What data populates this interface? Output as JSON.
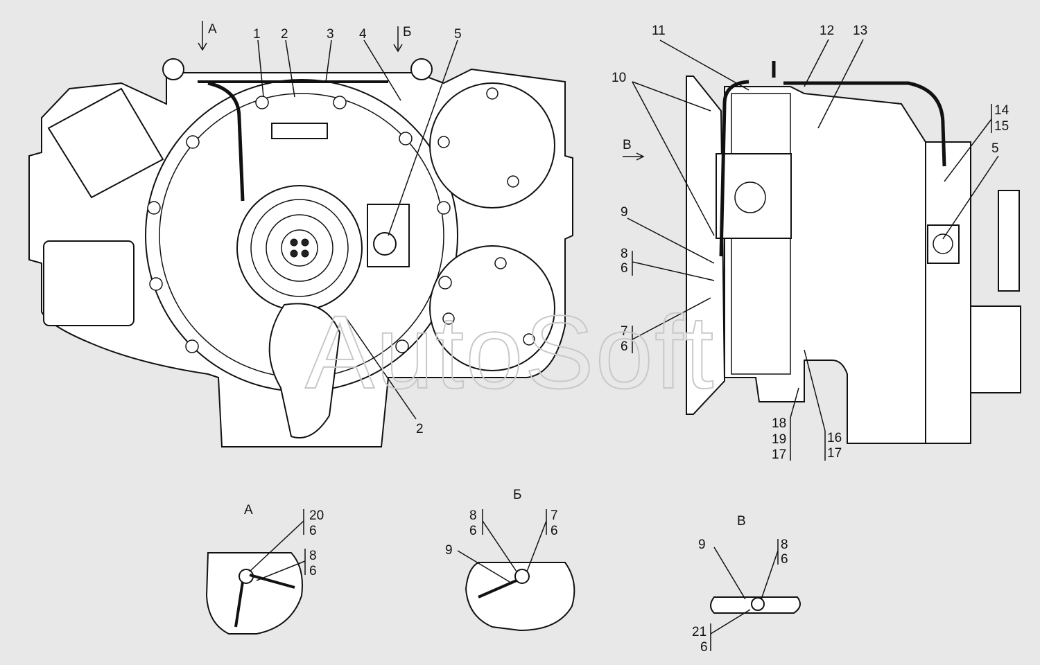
{
  "watermark": "AutoSoft",
  "views": {
    "front": {
      "labels": [
        "А",
        "1",
        "2",
        "3",
        "4",
        "Б",
        "5",
        "2"
      ]
    },
    "side": {
      "labels": [
        "11",
        "12",
        "13",
        "10",
        "В",
        "14",
        "15",
        "5",
        "9",
        "8",
        "6",
        "7",
        "6",
        "18",
        "19",
        "17",
        "16",
        "17"
      ]
    },
    "detail_a": {
      "title": "А",
      "labels": [
        "20",
        "6",
        "8",
        "6"
      ]
    },
    "detail_b": {
      "title": "Б",
      "labels": [
        "8",
        "6",
        "7",
        "6",
        "9"
      ]
    },
    "detail_v": {
      "title": "В",
      "labels": [
        "9",
        "8",
        "6",
        "21",
        "6"
      ]
    }
  }
}
